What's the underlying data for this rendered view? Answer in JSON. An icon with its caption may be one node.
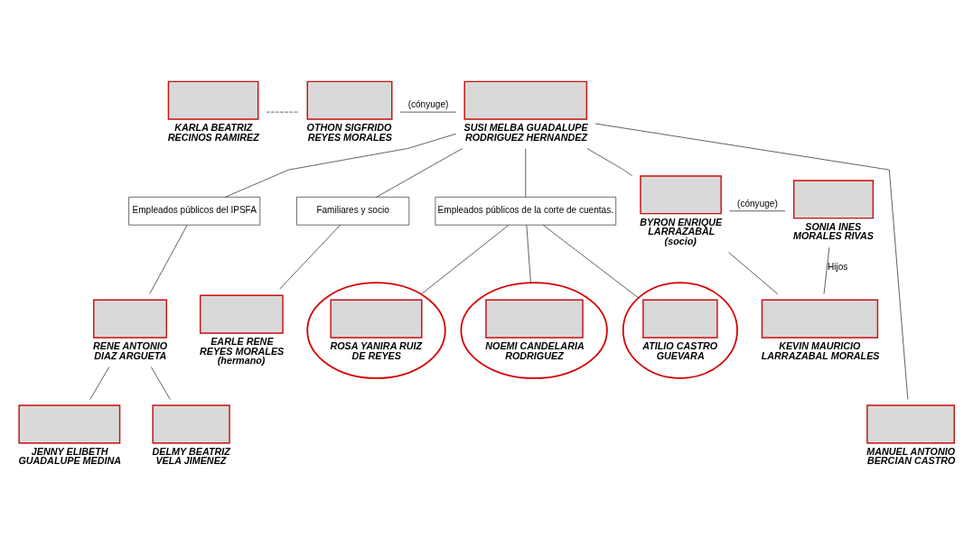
{
  "diagram": {
    "nodes": [
      {
        "text": [
          "KARLA BEATRIZ RECINOS RAMIREZ"
        ]
      },
      {
        "text": [
          "OTHON SIGFRIDO REYES MORALES"
        ]
      },
      {
        "text": [
          "SUSI MELBA GUADALUPE RODRIGUEZ HERNANDEZ"
        ]
      },
      {
        "text": [
          "Empleados públicos del IPSFA"
        ]
      },
      {
        "text": [
          "Familiares y socio"
        ]
      },
      {
        "text": [
          "Empleados públicos de la corte de cuentas."
        ]
      },
      {
        "text": [
          "RENE ANTONIO DIAZ ARGUETA"
        ]
      },
      {
        "text": [
          "DELMY BEATRIZ VELA JIMENEZ"
        ]
      },
      {
        "text": [
          "JENNY ELIBETH GUADALUPE MEDINA"
        ]
      },
      {
        "text": [
          "EARLE RENE REYES MORALES",
          "(hermano)"
        ]
      },
      {
        "text": [
          "SONIA INES MORALES RIVAS"
        ]
      },
      {
        "text": [
          "BYRON ENRIQUE LARRAZABAL",
          "(socio)"
        ]
      },
      {
        "text": [
          "KEVIN MAURICIO LARRAZABAL MORALES"
        ]
      },
      {
        "text": [
          "NOEMI CANDELARIA RODRIGUEZ"
        ]
      },
      {
        "text": [
          "ATILIO CASTRO GUEVARA"
        ]
      },
      {
        "text": [
          "ROSA YANIRA RUIZ DE REYES"
        ]
      },
      {
        "text": [
          "MANUEL ANTONIO BERCIAN CASTRO"
        ]
      }
    ],
    "edges": [
      {
        "from": 0,
        "to": 1,
        "arrow": "none",
        "style": "dashed"
      },
      {
        "from": 1,
        "to": 2,
        "arrow": "none",
        "label": "(cónyuge)"
      },
      {
        "from": 2,
        "to": 3,
        "arrow": "none"
      },
      {
        "from": 2,
        "to": 16,
        "arrow": "none"
      },
      {
        "from": 2,
        "to": 4,
        "arrow": "none"
      },
      {
        "from": 2,
        "to": 11,
        "arrow": "none"
      },
      {
        "from": 2,
        "to": 5,
        "arrow": "none"
      },
      {
        "from": 3,
        "to": 6,
        "arrow": "none"
      },
      {
        "from": 6,
        "to": 7,
        "arrow": "none"
      },
      {
        "from": 6,
        "to": 8,
        "arrow": "none"
      },
      {
        "from": 4,
        "to": 9,
        "arrow": "none"
      },
      {
        "from": 10,
        "to": 11,
        "arrow": "none",
        "label": "(cónyuge)"
      },
      {
        "from": 10,
        "to": 12,
        "arrow": "none",
        "label": "Hijos"
      },
      {
        "from": 11,
        "to": 12,
        "arrow": "none"
      },
      {
        "from": 5,
        "to": 13,
        "arrow": "none"
      },
      {
        "from": 5,
        "to": 14,
        "arrow": "none"
      },
      {
        "from": 5,
        "to": 15,
        "arrow": "none"
      }
    ]
  }
}
